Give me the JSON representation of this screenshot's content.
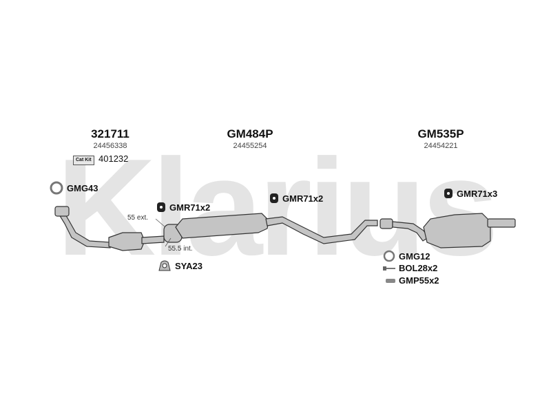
{
  "watermark": "Klarius",
  "parts": [
    {
      "code": "321711",
      "oem": "24456338"
    },
    {
      "code": "GM484P",
      "oem": "24455254"
    },
    {
      "code": "GM535P",
      "oem": "24454221"
    }
  ],
  "cat_kit": {
    "label": "Cat Kit",
    "number": "401232"
  },
  "accessories": {
    "gasket_front": "GMG43",
    "rubber_front": "GMR71x2",
    "clamp": "SYA23",
    "rubber_mid": "GMR71x2",
    "rubber_rear": "GMR71x3",
    "gasket_rear": "GMG12",
    "bolts": "BOL28x2",
    "springs": "GMP55x2"
  },
  "dimensions": {
    "ext": "55 ext.",
    "int": "55.5 int."
  },
  "colors": {
    "watermark": "#e4e4e4",
    "metal": "#b9b9b9",
    "outline": "#333333"
  }
}
